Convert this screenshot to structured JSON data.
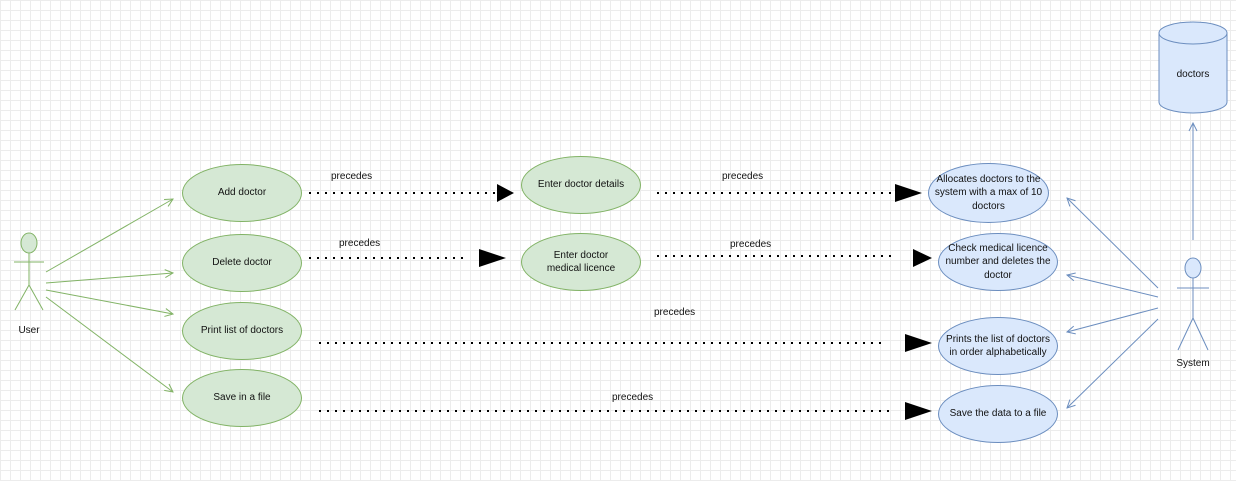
{
  "actors": {
    "user": "User",
    "system": "System"
  },
  "database": {
    "label": "doctors"
  },
  "user_cases": [
    "Add doctor",
    "Delete doctor",
    "Print list of doctors",
    "Save in a file"
  ],
  "middle_cases": [
    "Enter doctor details",
    "Enter doctor medical licence"
  ],
  "system_cases": [
    "Allocates doctors to the system with a max of 10 doctors",
    "Check medical licence number and deletes the doctor",
    "Prints the list of doctors in order alphabetically",
    "Save the data to a file"
  ],
  "relation_labels": [
    "precedes",
    "precedes",
    "precedes",
    "precedes",
    "precedes",
    "precedes"
  ],
  "colors": {
    "user_side_fill": "#d5e8d4",
    "user_side_stroke": "#82b366",
    "system_side_fill": "#dae8fc",
    "system_side_stroke": "#6c8ebf"
  }
}
